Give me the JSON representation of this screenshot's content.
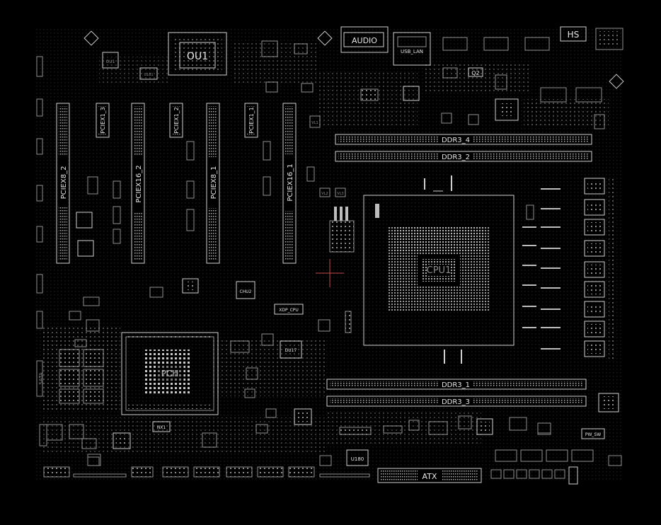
{
  "board": {
    "colors": {
      "background": "#000000",
      "outline": "#cfcfcf",
      "dim": "#8f8f8f",
      "crosshair": "#c04848"
    },
    "labels": {
      "ou1": "OU1",
      "audio": "AUDIO",
      "usb_lan": "USB_LAN",
      "hs": "HS",
      "ou1_small": "OU1",
      "q2": "Q2",
      "pciex8_2": "PCIEX8_2",
      "pciex16_2": "PCIEX16_2",
      "pciex8_1": "PCIEX8_1",
      "pciex16_1": "PCIEX16_1",
      "pciex1_3": "PCIEX1_3",
      "pciex1_2": "PCIEX1_2",
      "pciex1_1": "PCIEX1_1",
      "ddr3_4": "DDR3_4",
      "ddr3_2": "DDR3_2",
      "ddr3_1": "DDR3_1",
      "ddr3_3": "DDR3_3",
      "cpu1": "CPU1",
      "chu2": "CHU2",
      "xdp_cpu": "XDP_CPU",
      "pch": "PCH",
      "du17": "DU17",
      "u180": "U180",
      "atx": "ATX",
      "nx1": "NX1",
      "pw_sw": "PW_SW",
      "u181": "U181",
      "sata": "SATA",
      "vl1": "VL1",
      "vl2": "VL2",
      "vl3": "VL3"
    }
  }
}
